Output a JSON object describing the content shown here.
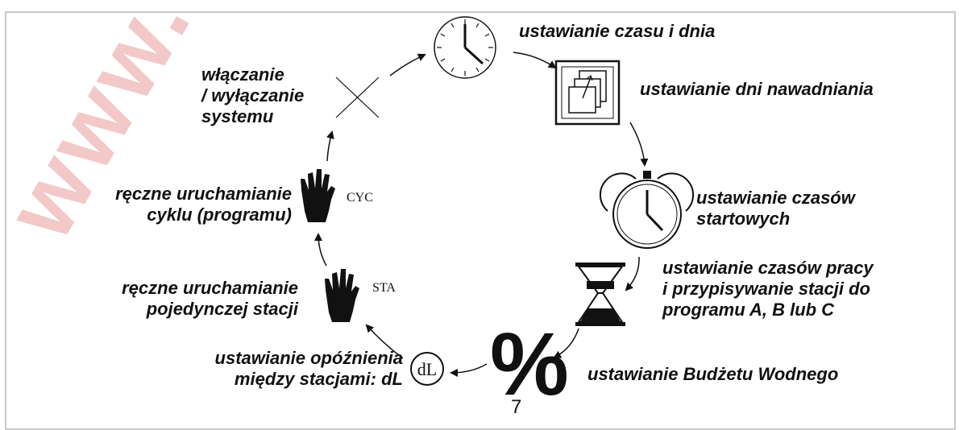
{
  "colors": {
    "ink": "#111111",
    "frame": "#c8c8c8",
    "watermark": "#f3c8c8"
  },
  "watermark_text": "www.",
  "steps": [
    {
      "id": "time",
      "icon": "clock-icon",
      "lines": [
        "ustawianie czasu i dnia"
      ]
    },
    {
      "id": "days",
      "icon": "calendar-icon",
      "lines": [
        "ustawianie dni nawadniania"
      ]
    },
    {
      "id": "start",
      "icon": "alarm-clock-icon",
      "lines": [
        "ustawianie czasów",
        "startowych"
      ]
    },
    {
      "id": "run",
      "icon": "hourglass-icon",
      "lines": [
        "ustawianie czasów pracy",
        "i przypisywanie stacji do",
        "programu A, B lub C"
      ]
    },
    {
      "id": "budget",
      "icon": "percent-icon",
      "icon_text": "%",
      "lines": [
        "ustawianie Budżetu Wodnego"
      ]
    },
    {
      "id": "delay",
      "icon": "dl-icon",
      "icon_text": "dL",
      "lines": [
        "ustawianie opóźnienia",
        "między stacjami: dL"
      ]
    },
    {
      "id": "station",
      "icon": "hand-icon",
      "icon_text": "STA",
      "lines": [
        "ręczne uruchamianie",
        "pojedynczej stacji"
      ]
    },
    {
      "id": "cycle",
      "icon": "hand-icon",
      "icon_text": "CYC",
      "lines": [
        "ręczne uruchamianie",
        "cyklu (programu)"
      ]
    },
    {
      "id": "onoff",
      "icon": "off-icon",
      "lines": [
        "włączanie",
        "/ wyłączanie",
        "systemu"
      ]
    }
  ],
  "page_number": "7"
}
